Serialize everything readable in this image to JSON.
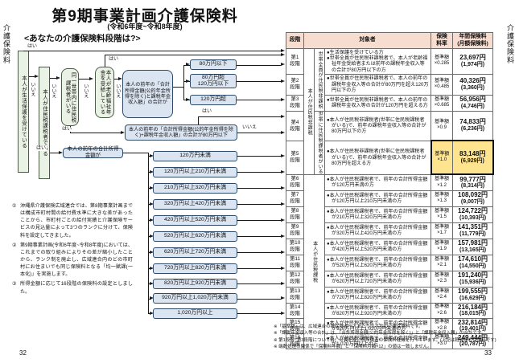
{
  "page": {
    "title": "第9期事業計画介護保険料",
    "subtitle": "(令和6年度~令和8年度)",
    "section_heading": "<あなたの介護保険料段階は?>",
    "left_edge_label": "介護保険料",
    "right_edge_label": "介護保険料",
    "page_number_left": "32",
    "page_number_right": "33"
  },
  "colors": {
    "table_header_bg": "#f7ddd0",
    "highlight_bg": "#ffe48f",
    "flow_green_box": "#e9f2e4",
    "flow_blue_box": "#dbe5f1"
  },
  "flowchart": {
    "yes_label": "はい",
    "no_label": "いいえ",
    "q_seikatsu_hogo": "本人が生活保護を受けている",
    "q_honnin_kazei": "本人が住民税課税者である",
    "q_setai_kazei": "同一世帯内に住民税課税者がいる",
    "q_rorei_nenkin": "本人が老齢福祉年金を受給している",
    "b_pension_sum": "本人の前年の「合計所得金額(公的年金所得を除く)と課税年金収入額」の合計が",
    "branch_80_under": "80万円以下",
    "branch_80_120": "80万円超\n120万円以下",
    "branch_120_over": "120万円超",
    "b_wide_80under": "本人の前年の「合計所得金額(公的年金所得を除く)+課税年金収入額」の合計が80万円以下",
    "b_gokei_shotoku": "本人の前年の合計所得金額が",
    "income_brackets": [
      "120万円未満",
      "120万円以上210万円未満",
      "210万円以上320万円未満",
      "320万円以上420万円未満",
      "420万円以上520万円未満",
      "520万円以上620万円未満",
      "620万円以上720万円未満",
      "720万円以上820万円未満",
      "820万円以上920万円未満",
      "920万円以上1,020万円未満",
      "1,020万円以上"
    ]
  },
  "notes": [
    {
      "num": "①",
      "text": "沖縄県介護保険広域連合では、第8期事業計画までは構成市町村間の給付費水準に大きな差があったことから、市町村ごとの給付実績と介護保険サービスの見込量によって3つのランクに分けて、保険料を設定してきました。"
    },
    {
      "num": "②",
      "text": "第9期事業計画(令和6年度~令和8年度)においては、これまでの取り組みによりその差が縮小したことから、ランク制を廃止し、広域連合内のどの市町村にお住まいでも同じ保険料となる「均一賦課(一本化)」を実施します。"
    },
    {
      "num": "③",
      "text": "所得金額に応じて16段階の保険料の設定としました。"
    }
  ],
  "table": {
    "col_headers": {
      "stage": "段階",
      "target": "対象者",
      "rate": "保険\n料率",
      "annual": "年間保険料\n(月額保険料)"
    },
    "group_labels": {
      "nontax_person": "本人が住民税非課税",
      "nontax_household": "世帯全員が住民税非課税",
      "taxed_in_household": "世帯に住民税課税者がいる",
      "taxed_person": "本人が住民税課税"
    },
    "rate_base_label": "基準額",
    "rows": [
      {
        "stage": "第1\n段階",
        "bullets": [
          "生活保護を受けている方",
          "世帯全員が住民税非課税者で、本人が老齢福祉年金受給者または前年の課税年金収入等の合計が80万円以下の方"
        ],
        "rate": "×0.285",
        "annual": "23,697円",
        "monthly": "(1,974円)",
        "highlight": false
      },
      {
        "stage": "第2\n段階",
        "bullets": [
          "世帯全員が住民税非課税者で、本人の前年の課税年金収入等の合計が80万円を超え120万円以下の方"
        ],
        "rate": "×0.485",
        "annual": "40,326円",
        "monthly": "(3,360円)",
        "highlight": false
      },
      {
        "stage": "第3\n段階",
        "bullets": [
          "世帯全員が住民税非課税者で、本人の前年の課税年金収入等の合計が120万円を超える方"
        ],
        "rate": "×0.685",
        "annual": "56,956円",
        "monthly": "(4,746円)",
        "highlight": false
      },
      {
        "stage": "第4\n段階",
        "bullets": [
          "本人が住民税非課税者(世帯に住民税課税者がいる)で、前年の課税年金収入等の合計が80万円以下の方"
        ],
        "rate": "×0.9",
        "annual": "74,833円",
        "monthly": "(6,236円)",
        "highlight": false
      },
      {
        "stage": "第5\n段階",
        "bullets": [
          "本人が住民税非課税者(世帯に住民税課税者がいる)で、前年の課税年金収入等の合計が80万円を超える方"
        ],
        "rate": "×1.0",
        "annual": "83,148円",
        "monthly": "(6,929円)",
        "highlight": true
      },
      {
        "stage": "第6\n段階",
        "bullets": [
          "本人が住民税課税者で、前年の合計所得金額が120万円未満の方"
        ],
        "rate": "×1.2",
        "annual": "99,777円",
        "monthly": "(8,314円)",
        "highlight": false
      },
      {
        "stage": "第7\n段階",
        "bullets": [
          "本人が住民税課税者で、前年の合計所得金額が120万円以上210万円未満の方"
        ],
        "rate": "×1.3",
        "annual": "108,092円",
        "monthly": "(9,007円)",
        "highlight": false
      },
      {
        "stage": "第8\n段階",
        "bullets": [
          "本人が住民税課税者で、前年の合計所得金額が210万円以上320万円未満の方"
        ],
        "rate": "×1.5",
        "annual": "124,722円",
        "monthly": "(10,393円)",
        "highlight": false
      },
      {
        "stage": "第9\n段階",
        "bullets": [
          "本人が住民税課税者で、前年の合計所得金額が320万円以上420万円未満の方"
        ],
        "rate": "×1.7",
        "annual": "141,351円",
        "monthly": "(11,779円)",
        "highlight": false
      },
      {
        "stage": "第10\n段階",
        "bullets": [
          "本人が住民税課税者で、前年の合計所得金額が420万円以上520万円未満の方"
        ],
        "rate": "×1.9",
        "annual": "157,981円",
        "monthly": "(13,165円)",
        "highlight": false
      },
      {
        "stage": "第11\n段階",
        "bullets": [
          "本人が住民税課税者で、前年の合計所得金額が520万円以上620万円未満の方"
        ],
        "rate": "×2.1",
        "annual": "174,610円",
        "monthly": "(14,550円)",
        "highlight": false
      },
      {
        "stage": "第12\n段階",
        "bullets": [
          "本人が住民税課税者で、前年の合計所得金額が620万円以上720万円未満の方"
        ],
        "rate": "×2.3",
        "annual": "191,240円",
        "monthly": "(15,936円)",
        "highlight": false
      },
      {
        "stage": "第13\n段階",
        "bullets": [
          "本人が住民税課税者で、前年の合計所得金額が720万円以上820万円未満の方"
        ],
        "rate": "×2.4",
        "annual": "199,555円",
        "monthly": "(16,629円)",
        "highlight": false
      },
      {
        "stage": "第14\n段階",
        "bullets": [
          "本人が住民税課税者で、前年の合計所得金額が820万円以上920万円未満の方"
        ],
        "rate": "×2.6",
        "annual": "216,184円",
        "monthly": "(18,015円)",
        "highlight": false
      },
      {
        "stage": "第15\n段階",
        "bullets": [
          "本人が住民税課税者で、前年の合計所得金額が920万円以上1,020万円未満の方"
        ],
        "rate": "×2.8",
        "annual": "232,814円",
        "monthly": "(19,401円)",
        "highlight": false
      },
      {
        "stage": "第16\n段階",
        "bullets": [
          "本人が住民税課税者で、前年の合計所得金額が1,020万円以上の方"
        ],
        "rate": "×3.0",
        "annual": "249,444円",
        "monthly": "(20,787円)",
        "highlight": false
      }
    ]
  },
  "footnotes": [
    "※「基準額」は、広域連合の被保険者一人あたりの平均の介護保険料です。",
    "※「課税年金収入等の合計」は、「合計所得金額(公的年金所得を除く)」と「課税年金収入額」の合計です。",
    "※ 第1段階~第3段階については、公費を投じ低所得者の保険料軽減を行っています。(上記は軽減後の保険料です)",
    "※ 端数処理の関係で「保険料年額」と「保険料月額×12」の値は一致しません。"
  ]
}
